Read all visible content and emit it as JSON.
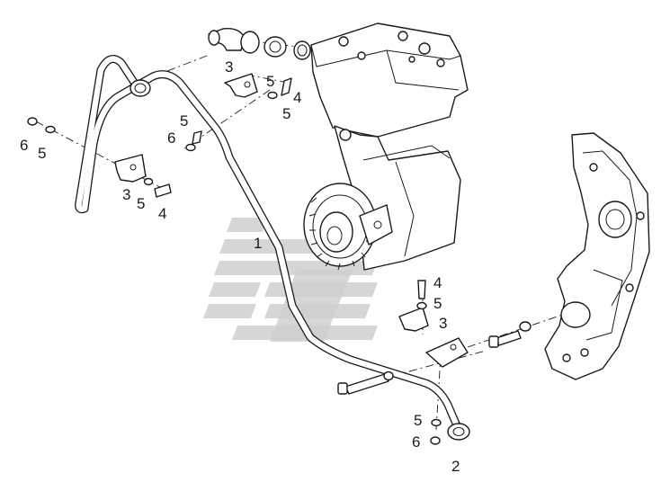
{
  "callouts": {
    "c1": "1",
    "c2": "2",
    "c3": "3",
    "c4": "4",
    "c5": "5",
    "c6": "6"
  },
  "colors": {
    "line": "#1a1a1a",
    "watermark": "#cfcfcf",
    "background": "#ffffff"
  }
}
